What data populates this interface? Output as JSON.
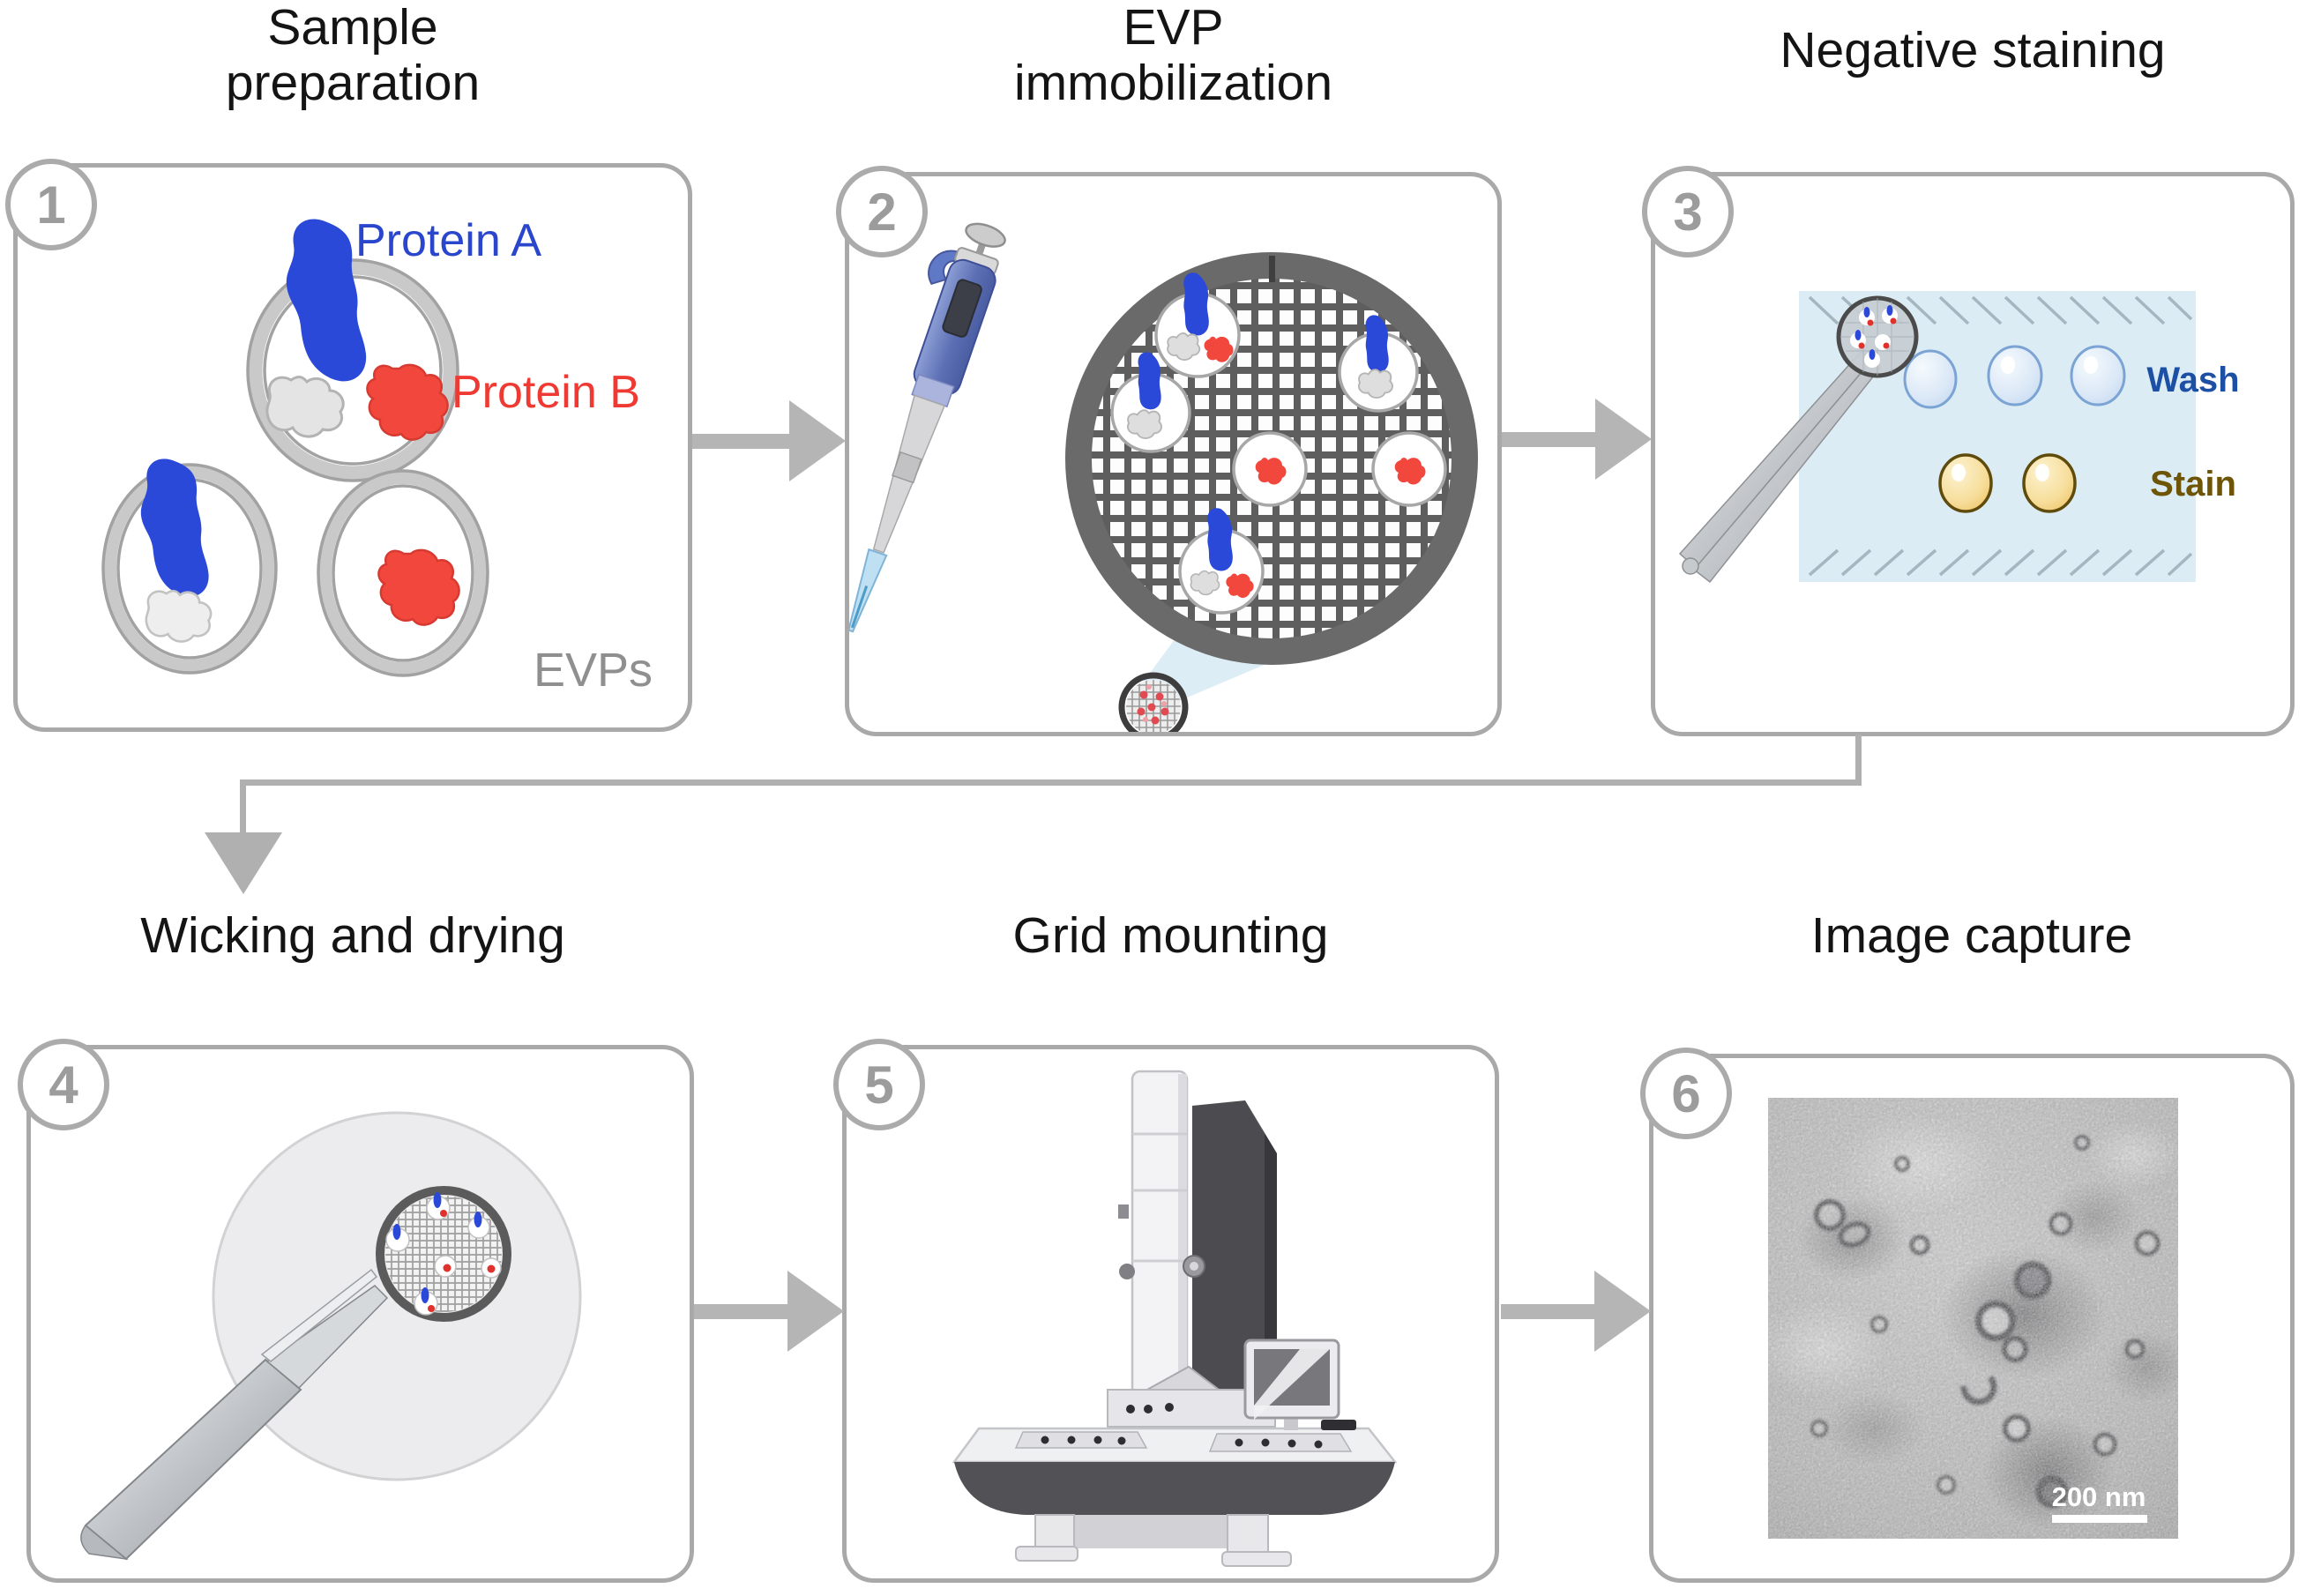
{
  "steps": [
    {
      "number": "1",
      "title": "Sample\npreparation"
    },
    {
      "number": "2",
      "title": "EVP\nimmobilization"
    },
    {
      "number": "3",
      "title": "Negative staining"
    },
    {
      "number": "4",
      "title": "Wicking and drying"
    },
    {
      "number": "5",
      "title": "Grid mounting"
    },
    {
      "number": "6",
      "title": "Image capture"
    }
  ],
  "panel1": {
    "protein_a_label": "Protein A",
    "protein_b_label": "Protein B",
    "evps_label": "EVPs"
  },
  "panel3": {
    "wash_label": "Wash",
    "stain_label": "Stain"
  },
  "panel6": {
    "scale_bar_label": "200 nm"
  },
  "icons": [
    "evp-vesicle-icon",
    "protein-a-icon",
    "protein-b-icon",
    "pipette-icon",
    "tem-grid-icon",
    "tweezers-icon",
    "wash-droplet-icon",
    "stain-droplet-icon",
    "filter-paper-icon",
    "electron-microscope-icon",
    "tem-micrograph-image"
  ],
  "colors": {
    "protein_a_blue": "#2b49d8",
    "protein_b_red": "#ee3a33",
    "protein_neutral_gray": "#e2e2e2",
    "wash_text_blue": "#1d4fa5",
    "stain_text_gold": "#6e5405",
    "panel_border_gray": "#a9a9a9",
    "arrow_gray": "#b5b5b5",
    "evps_text_gray": "#8f8f8f",
    "parafilm_blue": "#dcecf4",
    "grid_ring_gray": "#6a6a6a"
  }
}
